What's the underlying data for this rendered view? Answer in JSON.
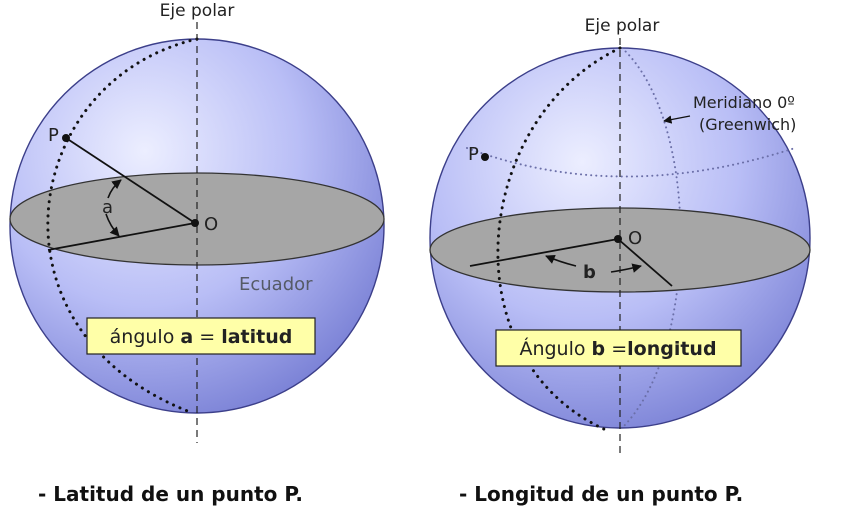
{
  "colors": {
    "sphere_light": "#e9ebff",
    "sphere_mid": "#b7bcf6",
    "sphere_dark": "#7c83d8",
    "plane": "#a6a6a6",
    "label_box": "#ffffa8",
    "background": "#ffffff"
  },
  "left_diagram": {
    "polar_axis_label": "Eje polar",
    "point_label": "P",
    "center_label": "O",
    "angle_label": "a",
    "equator_label": "Ecuador",
    "box": {
      "prefix": "ángulo ",
      "var": "a",
      "mid": " = ",
      "term": "latitud"
    },
    "caption": "- Latitud de un punto P."
  },
  "right_diagram": {
    "polar_axis_label": "Eje polar",
    "point_label": "P",
    "center_label": "O",
    "angle_label": "b",
    "meridian_label_line1": "Meridiano 0º",
    "meridian_label_line2": "(Greenwich)",
    "box": {
      "prefix": "Ángulo ",
      "var": "b",
      "mid": " =",
      "term": "longitud"
    },
    "caption": "- Longitud de un punto P."
  }
}
